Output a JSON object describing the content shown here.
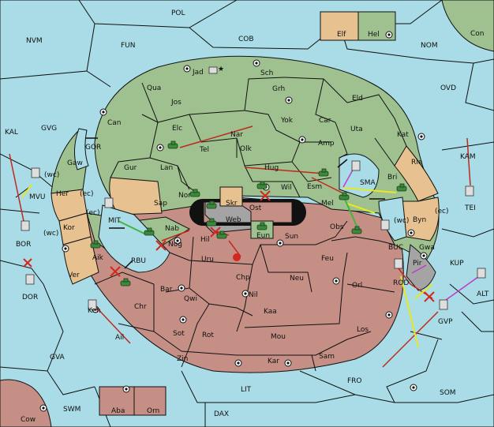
{
  "colors": {
    "sea": "#a9dce6",
    "power_green": "#9fc18f",
    "power_tan": "#e7c18f",
    "power_red": "#c58f86",
    "neutral": "#a4a4a4",
    "order_red": "#c0281e",
    "order_yellow": "#e8e820",
    "order_green": "#46b43c",
    "order_magenta": "#c03cc8"
  },
  "legend": {
    "elf": "Elf",
    "hel": "Hel"
  },
  "sea_labels": {
    "pol": "POL",
    "nvm": "NVM",
    "fun": "FUN",
    "cob": "COB",
    "nom": "NOM",
    "con": "Con",
    "ovd": "OVD",
    "kal": "KAL",
    "gvg": "GVG",
    "gor": "GOR",
    "kam": "KAM",
    "mvu": "MVU",
    "tei": "TEI",
    "bor": "BOR",
    "dor": "DOR",
    "mit": "MIT",
    "rbu": "RBU",
    "sma": "SMA",
    "buc": "BUC",
    "kup": "KUP",
    "alt": "ALT",
    "rod": "ROD",
    "gvp": "GVP",
    "gva": "GVA",
    "fro": "FRO",
    "som": "SOM",
    "lit": "LIT",
    "swm": "SWM",
    "dax": "DAX",
    "cow": "Cow"
  },
  "land_labels": {
    "jad": "Jad",
    "sch": "Sch",
    "qua": "Qua",
    "jos": "Jos",
    "grh": "Grh",
    "eld": "Eld",
    "can": "Can",
    "elc": "Elc",
    "nar": "Nar",
    "yok": "Yok",
    "car": "Car",
    "uta": "Uta",
    "kat": "Kat",
    "tel": "Tel",
    "olk": "Olk",
    "amp": "Amp",
    "gaw": "Gaw",
    "gur": "Gur",
    "lan": "Lan",
    "hug": "Hug",
    "esm": "Esm",
    "bri": "Bri",
    "rie": "Rie",
    "her": "Her",
    "nor": "Nor",
    "skr": "Skr",
    "wil": "Wil",
    "sap": "Sap",
    "web": "Web",
    "ost": "Ost",
    "mel": "Mel",
    "byn": "Byn",
    "kor": "Kor",
    "nab": "Nab",
    "eun": "Eun",
    "sun": "Sun",
    "obs": "Obs",
    "gwa": "Gwa",
    "hil": "Hil",
    "nog": "Nog",
    "aik": "Aik",
    "uru": "Uru",
    "feu": "Feu",
    "pir": "Pir",
    "ver": "Ver",
    "chp": "Chp",
    "neu": "Neu",
    "orl": "Orl",
    "bar": "Bar",
    "qwi": "Qwi",
    "nil": "Nil",
    "chr": "Chr",
    "ken": "Ken",
    "kaa": "Kaa",
    "sot": "Sot",
    "rot": "Rot",
    "mou": "Mou",
    "los": "Los",
    "ail": "Ail",
    "zin": "Zin",
    "kar": "Kar",
    "sam": "Sam",
    "aba": "Aba",
    "orn": "Orn"
  },
  "coast_tags": {
    "wc1": "(wc)",
    "ec1": "(ec)",
    "ec2": "(ec)",
    "wc2": "(wc)",
    "wc3": "(wc)",
    "ec3": "(ec)"
  }
}
